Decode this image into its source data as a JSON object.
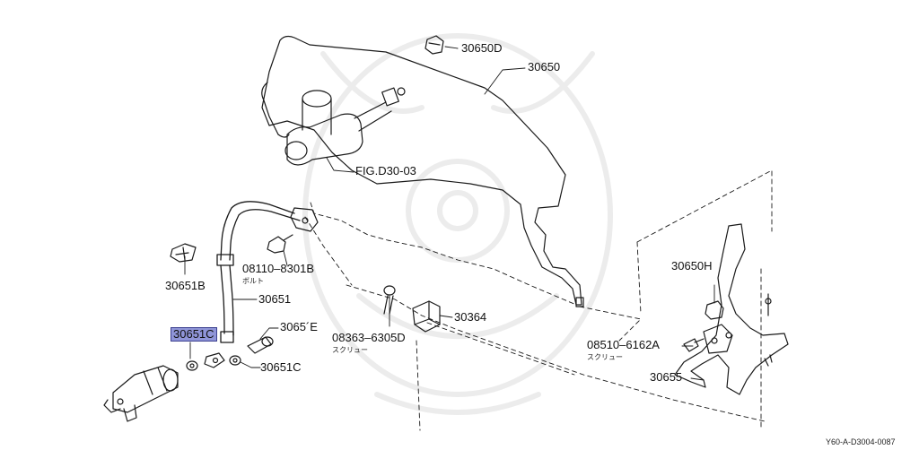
{
  "diagram": {
    "labels": {
      "p30650D": "30650D",
      "p30650": "30650",
      "fig": "FIG.D30-03",
      "b08110": "08110–8301B",
      "b08110_sub": "ボルト",
      "p30651B": "30651B",
      "p30651": "30651",
      "p30651C_hl": "30651C",
      "p30651C": "30651C",
      "p3065E": "3065´E",
      "s08363": "08363–6305D",
      "s08363_sub": "スクリュー",
      "p30364": "30364",
      "p30650H": "30650H",
      "s08510": "08510–6162A",
      "s08510_sub": "スクリュー",
      "p30655": "30655"
    },
    "footer_code": "Y60-A-D3004-0087",
    "colors": {
      "line": "#1a1a1a",
      "highlight": "#8f95d8",
      "watermark": "#ececec"
    }
  }
}
